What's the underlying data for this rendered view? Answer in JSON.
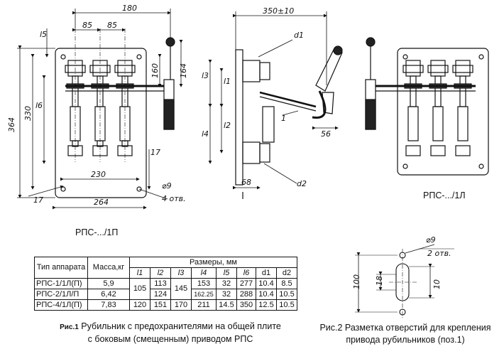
{
  "figure1": {
    "dims": {
      "d180": "180",
      "d85a": "85",
      "d85b": "85",
      "l5": "l5",
      "d160": "160",
      "d164": "164",
      "d364": "364",
      "d330": "330",
      "l6": "l6",
      "d17r": "17",
      "d230": "230",
      "d264": "264",
      "d17b": "17",
      "phi9": "⌀9",
      "otv4": "4 отв."
    },
    "label": "РПС-.../1П"
  },
  "figure_side": {
    "dims": {
      "d350": "350±10",
      "d1": "d1",
      "l3": "l3",
      "l1": "l1",
      "l2": "l2",
      "l4": "l4",
      "pos1": "1",
      "d56": "56",
      "d68": "68",
      "d2": "d2"
    }
  },
  "figure_left": {
    "label": "РПС-.../1Л"
  },
  "table": {
    "head_type": "Тип аппарата",
    "head_mass": "Масса,кг",
    "head_sizes": "Размеры, мм",
    "cols": [
      "l1",
      "l2",
      "l3",
      "l4",
      "l5",
      "l6",
      "d1",
      "d2"
    ],
    "rows": [
      {
        "name": "РПС-1/1Л(П)",
        "mass": "5,9",
        "l2": "113",
        "l4": "153",
        "l5": "32",
        "l6": "277",
        "d1": "10.4",
        "d2": "8.5"
      },
      {
        "name": "РПС-2/1Л/П",
        "mass": "6,42",
        "l2": "124",
        "l4": "162.25",
        "l5": "32",
        "l6": "288",
        "d1": "10.4",
        "d2": "10.5"
      },
      {
        "name": "РПС-4/1Л(П)",
        "mass": "7,83",
        "l1": "120",
        "l2": "151",
        "l3": "170",
        "l4": "211",
        "l5": "14.5",
        "l6": "350",
        "d1": "12.5",
        "d2": "10.5"
      }
    ],
    "merged_l1": "105",
    "merged_l3": "145"
  },
  "caption1": {
    "prefix": "Рис.1",
    "line1": " Рубильник с предохранителями на общей плите",
    "line2": "с боковым (смещенным) приводом РПС"
  },
  "figure2": {
    "dims": {
      "phi9": "⌀9",
      "otv2": "2 отв.",
      "d18": "18",
      "d100": "100",
      "d10": "10"
    },
    "caption_line1": "Рис.2 Разметка отверстий для крепления",
    "caption_line2": "привода рубильников (поз.1)"
  }
}
